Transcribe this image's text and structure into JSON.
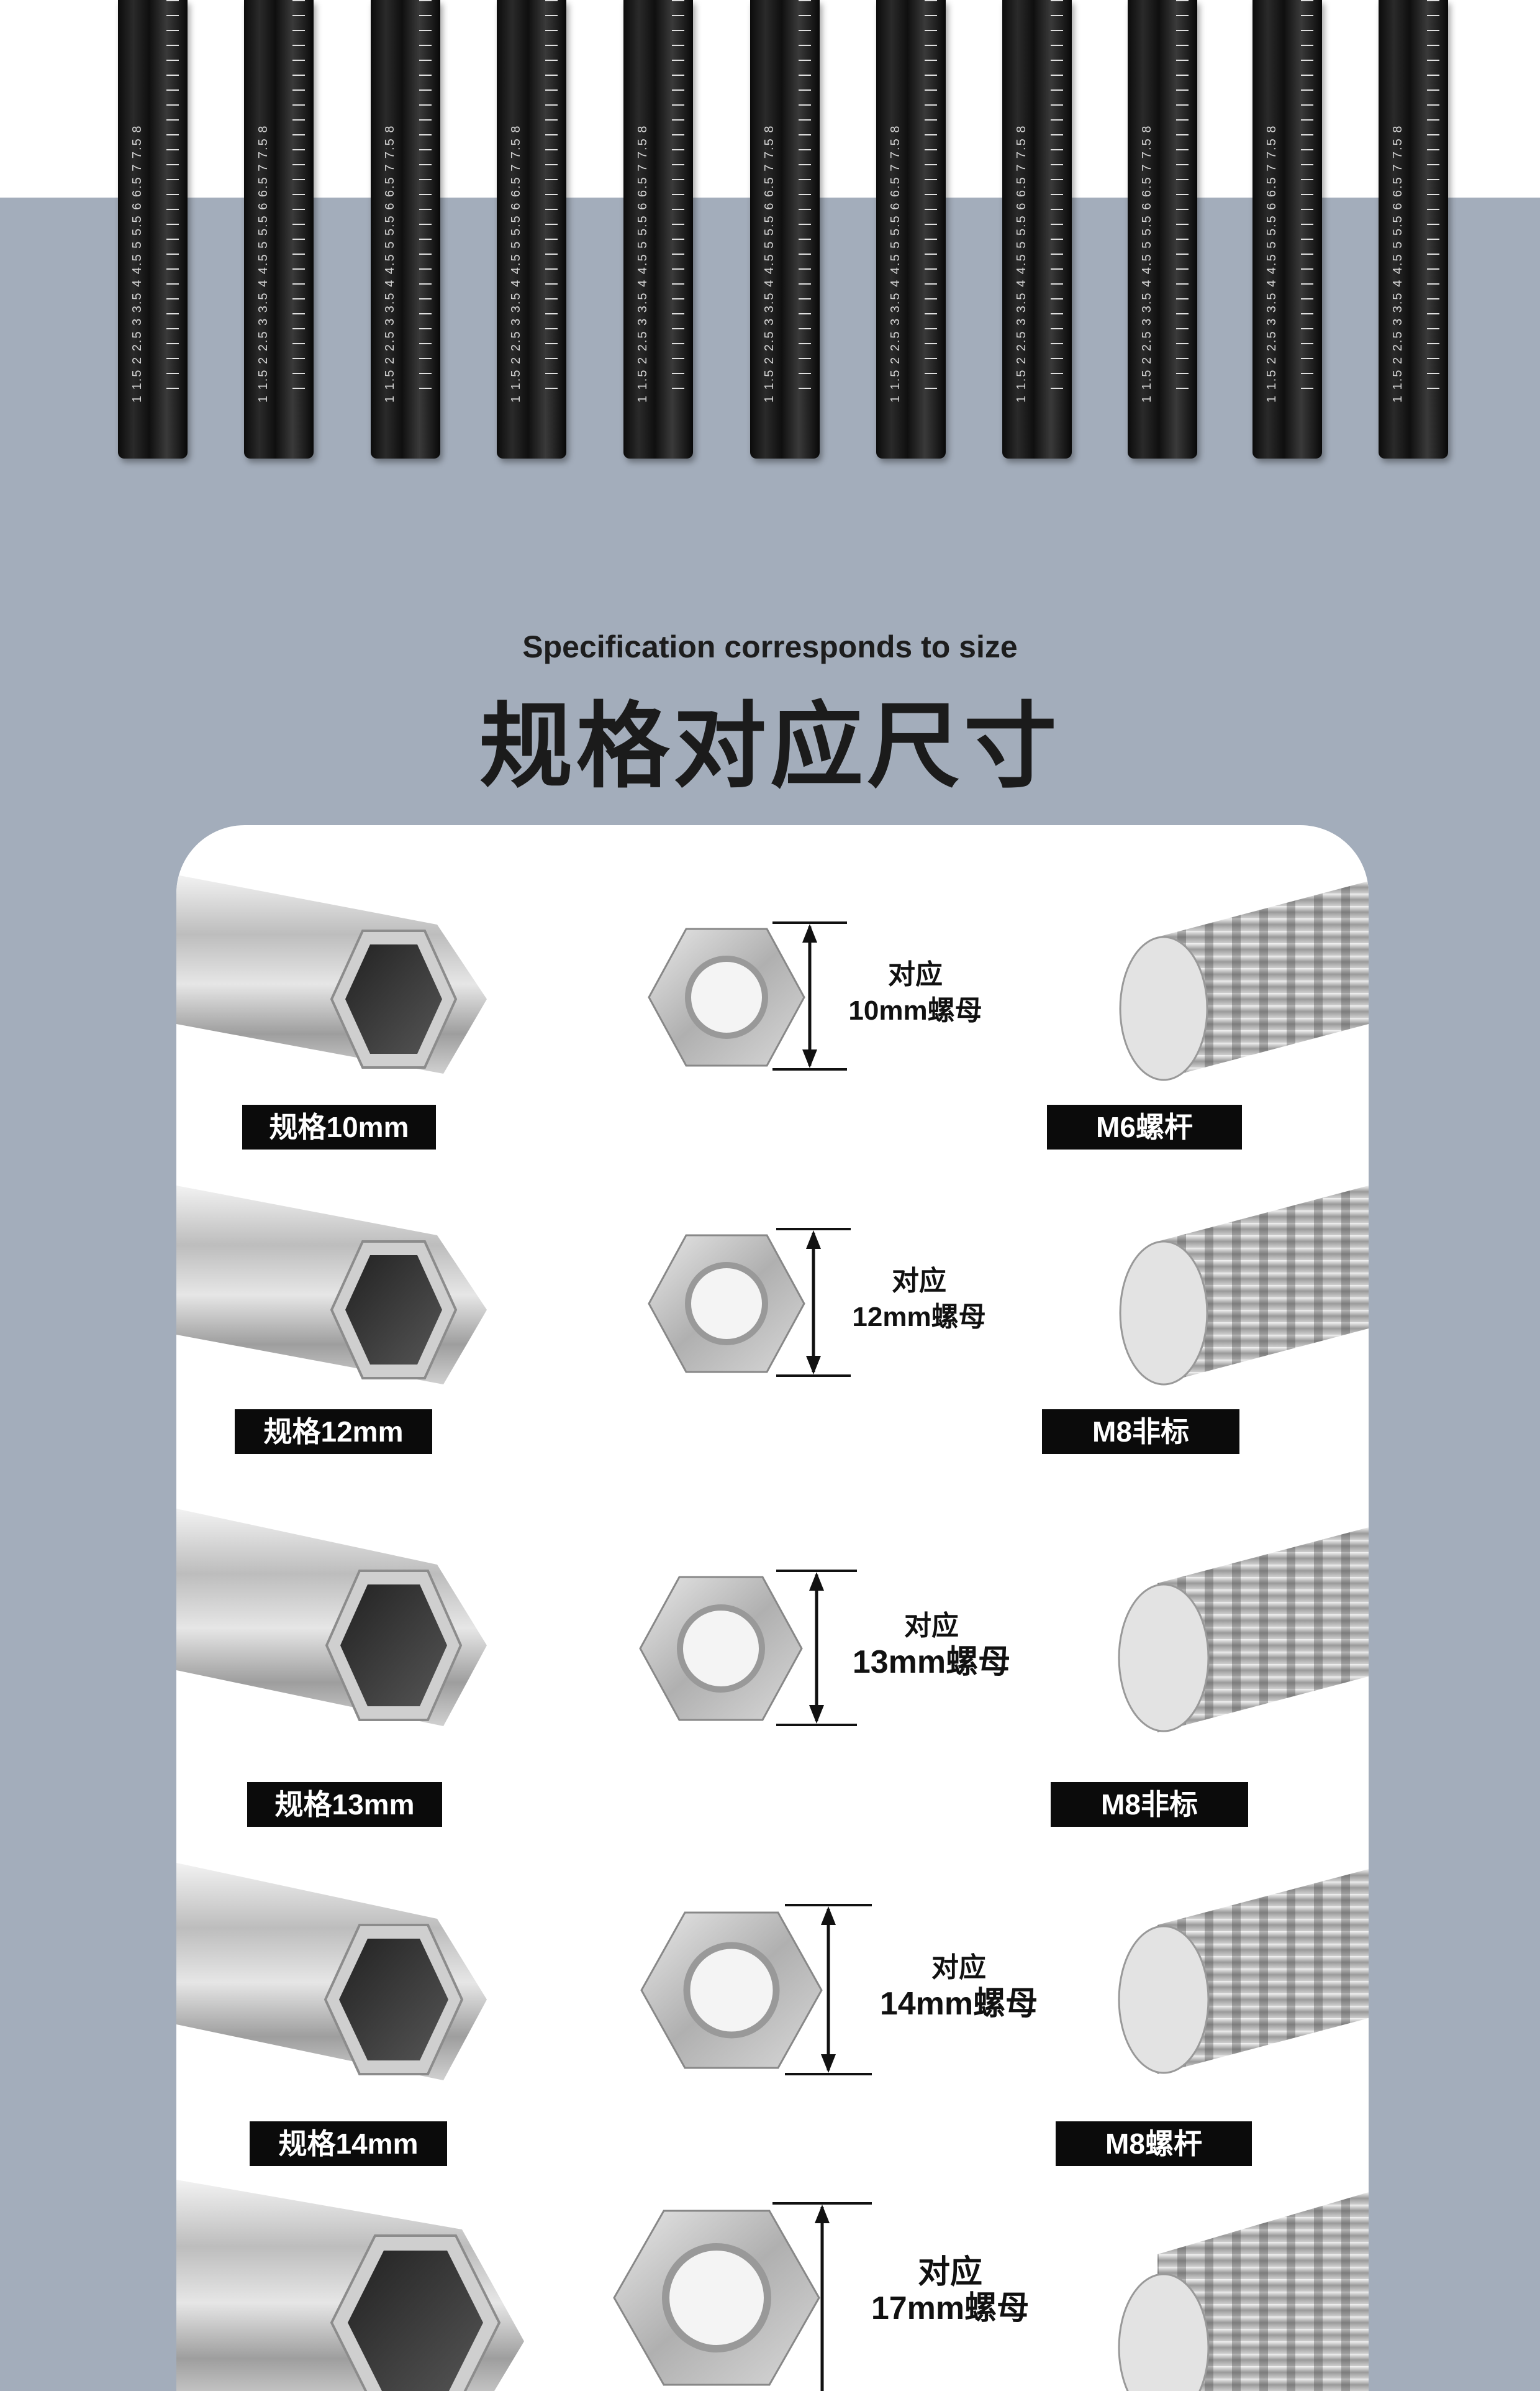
{
  "header": {
    "subtitle": "Specification corresponds to size",
    "title": "规格对应尺寸"
  },
  "rods": {
    "scale_marks": "1 1.5 2 2.5 3 3.5 4 4.5 5 5.5 6 6.5 7 7.5 8"
  },
  "rows": [
    {
      "spec": "规格10mm",
      "nut_line1": "对应",
      "nut_line2": "10mm螺母",
      "bolt": "M6螺杆"
    },
    {
      "spec": "规格12mm",
      "nut_line1": "对应",
      "nut_line2": "12mm螺母",
      "bolt": "M8非标"
    },
    {
      "spec": "规格13mm",
      "nut_line1": "对应",
      "nut_line2": "13mm螺母",
      "bolt": "M8非标"
    },
    {
      "spec": "规格14mm",
      "nut_line1": "对应",
      "nut_line2": "14mm螺母",
      "bolt": "M8螺杆"
    },
    {
      "nut_line1": "对应",
      "nut_line2": "17mm螺母"
    }
  ],
  "colors": {
    "background": "#a3adbb",
    "label_bg": "#0b0b0b",
    "label_text": "#ffffff"
  }
}
